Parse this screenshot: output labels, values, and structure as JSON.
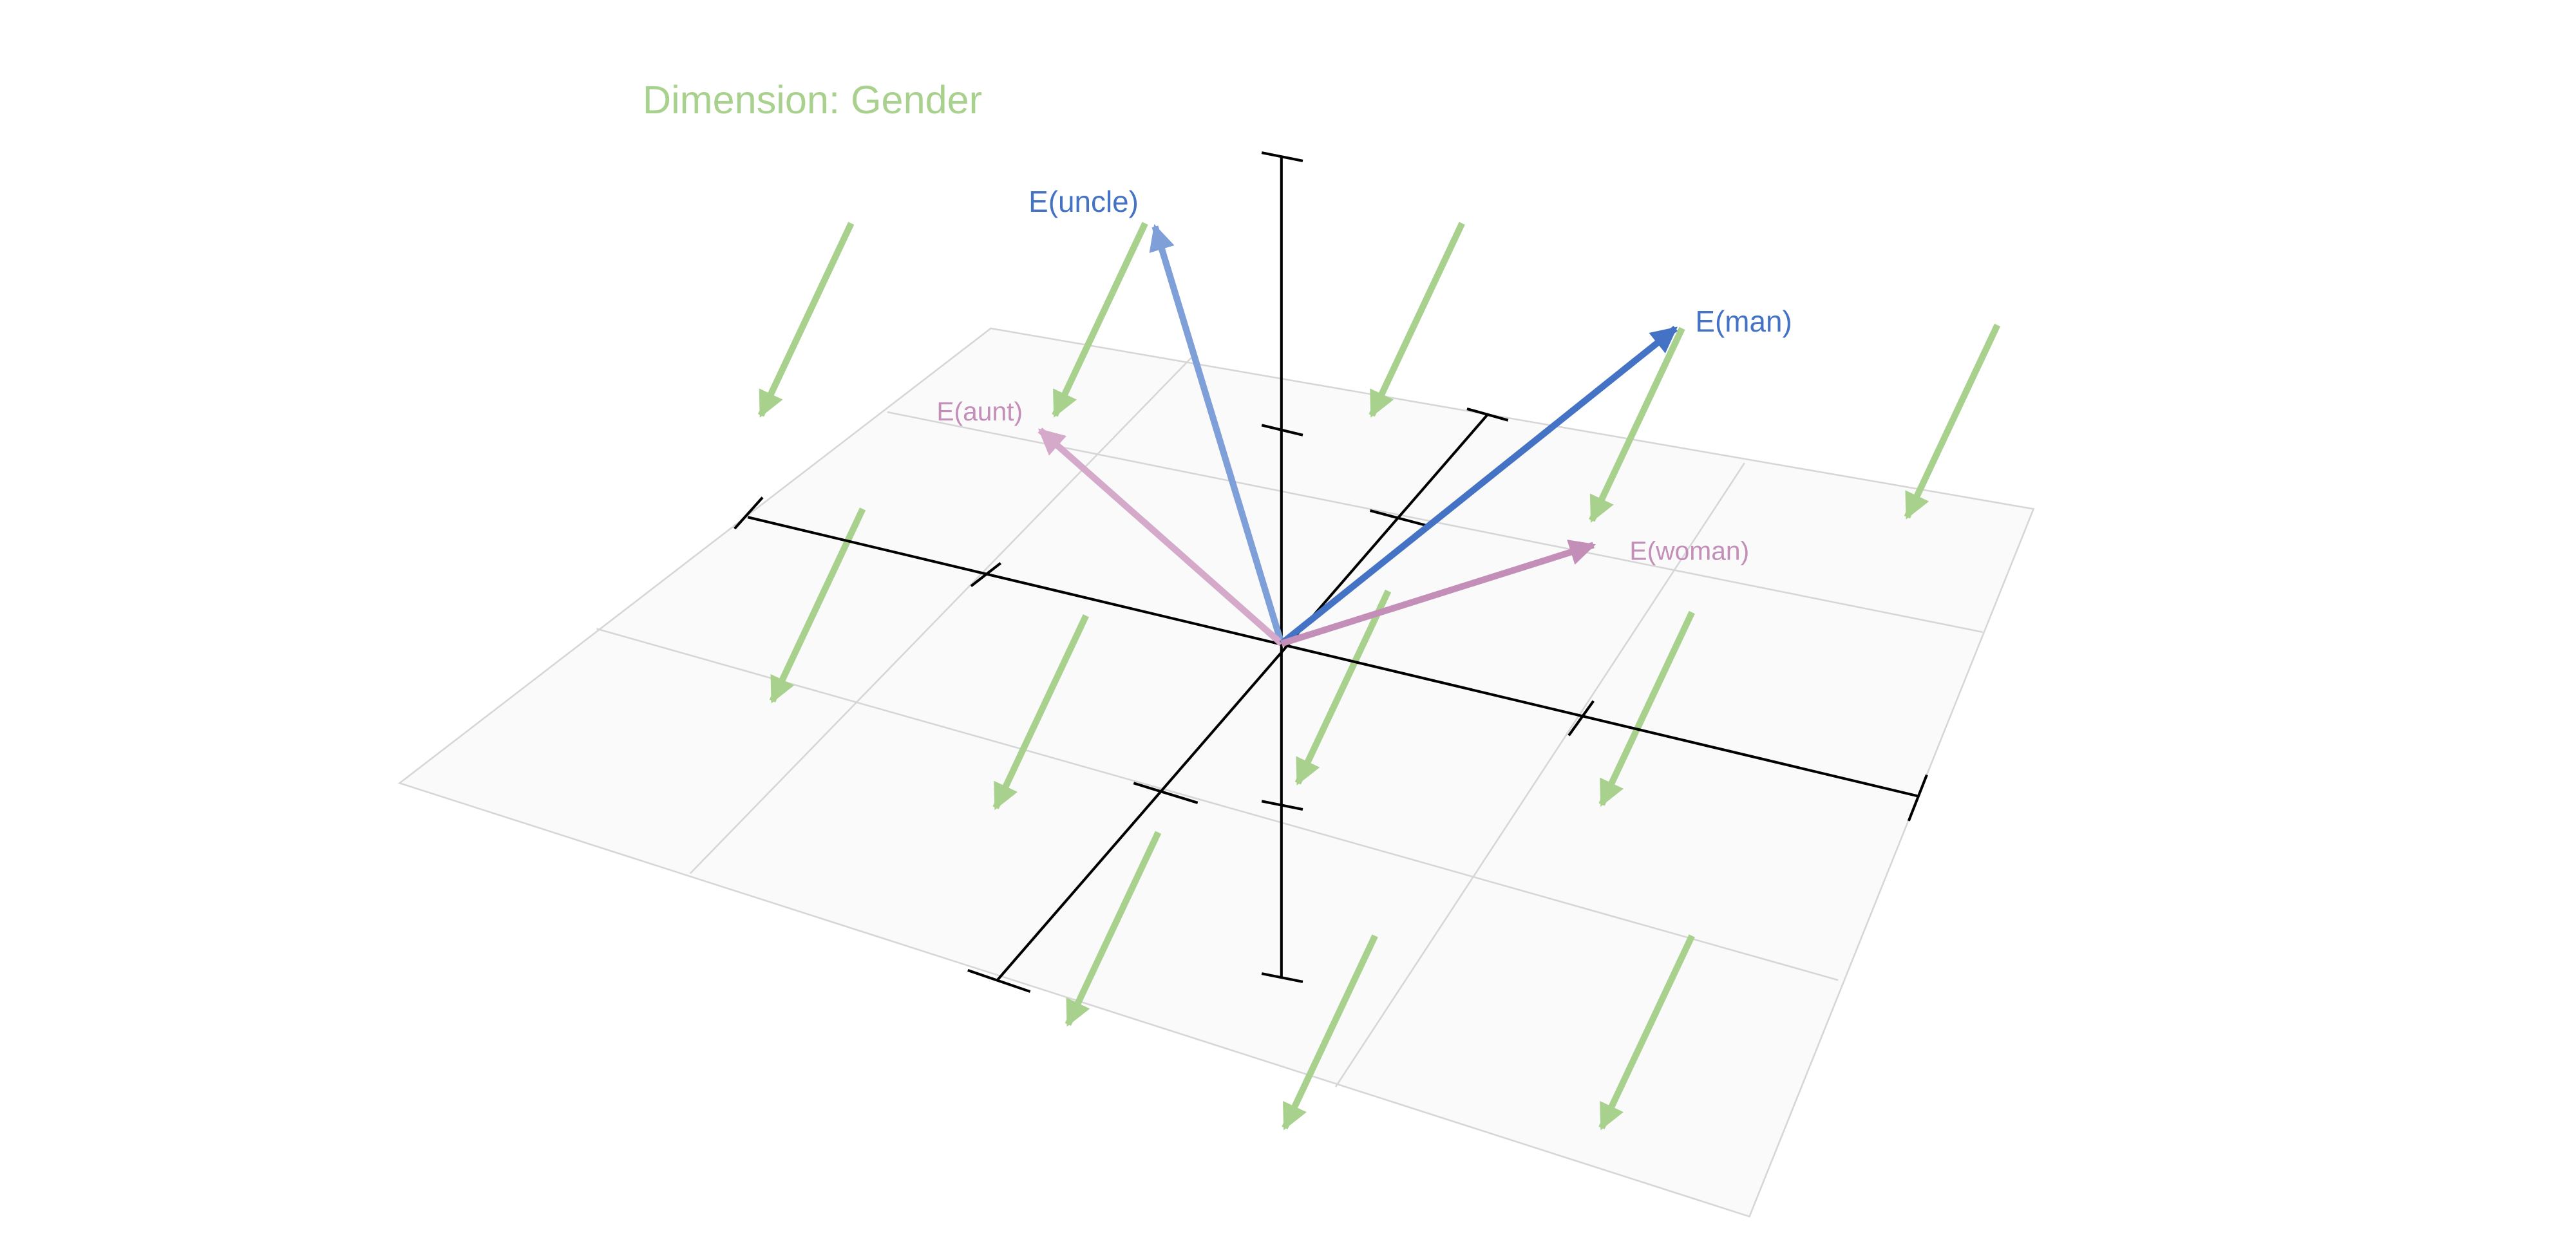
{
  "title": "Dimension: Gender",
  "vectors": [
    {
      "id": "uncle",
      "label": "E(uncle)",
      "color": "#7f9fd9",
      "label_color": "#4472c4"
    },
    {
      "id": "man",
      "label": "E(man)",
      "color": "#4472c4",
      "label_color": "#4472c4"
    },
    {
      "id": "aunt",
      "label": "E(aunt)",
      "color": "#d4a9c9",
      "label_color": "#c38fb8"
    },
    {
      "id": "woman",
      "label": "E(woman)",
      "color": "#c38fb8",
      "label_color": "#c38fb8"
    }
  ],
  "colors": {
    "dimension_arrows": "#a9d18e",
    "plane_fill": "#fafafa",
    "plane_grid": "#d6d6d6",
    "axes": "#000000"
  },
  "dimension_arrow_count": 12
}
